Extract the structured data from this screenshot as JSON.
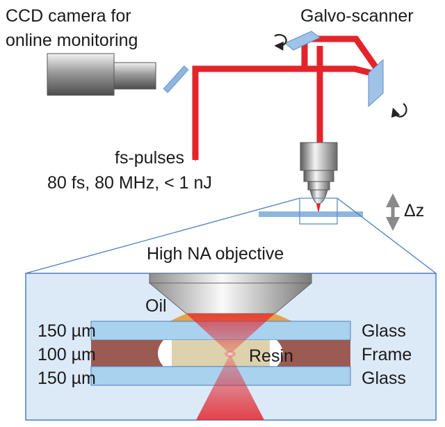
{
  "labels": {
    "camera_line1": "CCD camera for",
    "camera_line2": "online monitoring",
    "scanner": "Galvo-scanner",
    "pulses_line1": "fs-pulses",
    "pulses_line2": "80 fs, 80 MHz, < 1 nJ",
    "delta_z": "Δz",
    "objective": "High  NA objective",
    "oil": "Oil",
    "resin": "Resin",
    "layers": [
      {
        "thickness": "150 µm",
        "material": "Glass"
      },
      {
        "thickness": "100 µm",
        "material": "Frame"
      },
      {
        "thickness": "150 µm",
        "material": "Glass"
      }
    ]
  },
  "colors": {
    "laser": "#e3242b",
    "mirror": "#8fb6e0",
    "glass": "#a9d2ef",
    "frame": "#9b5a52",
    "resin": "#ddd2ad",
    "oil": "#e39a3a",
    "box_fill": "#dce9f7",
    "box_stroke": "#4a7fc0"
  },
  "icons": [
    "ccd-camera-icon",
    "rotation-arrow-icon",
    "objective-lens-icon",
    "double-arrow-icon"
  ]
}
